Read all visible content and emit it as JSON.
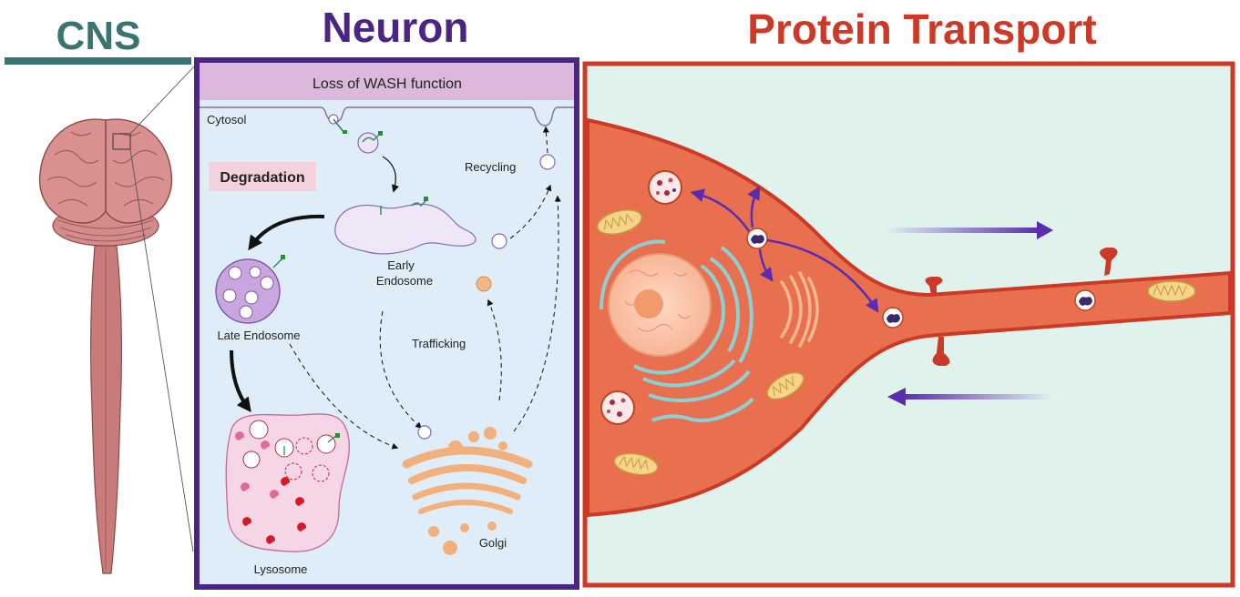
{
  "headers": {
    "cns": "CNS",
    "neuron": "Neuron",
    "protein_transport": "Protein Transport"
  },
  "neuron_panel": {
    "banner": "Loss of WASH function",
    "cytosol": "Cytosol",
    "degradation": "Degradation",
    "recycling": "Recycling",
    "early_endosome": "Early",
    "early_endosome_2": "Endosome",
    "late_endosome": "Late Endosome",
    "trafficking": "Trafficking",
    "lysosome": "Lysosome",
    "golgi": "Golgi"
  },
  "colors": {
    "cns_teal": "#3a7470",
    "neuron_purple": "#4a2584",
    "transport_red": "#cc3a27",
    "neuron_bg": "#deedf8",
    "banner_bg": "#dcb9dc",
    "degradation_bg": "#f3d2de",
    "transport_bg": "#dff3ec",
    "axon_fill": "#e8704f",
    "arrow_purple": "#5b2bb0"
  }
}
